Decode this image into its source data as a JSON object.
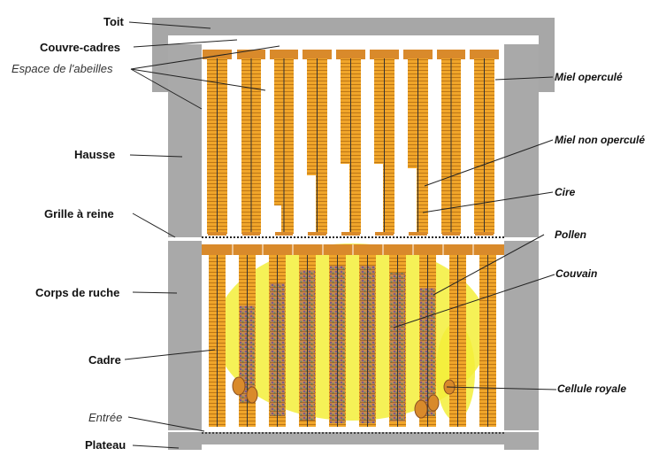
{
  "labels_left": {
    "toit": "Toit",
    "couvre_cadres": "Couvre-cadres",
    "espace_abeilles": "Espace de l'abeilles",
    "hausse": "Hausse",
    "grille_reine": "Grille à reine",
    "corps_ruche": "Corps de ruche",
    "cadre": "Cadre",
    "entree": "Entrée",
    "plateau": "Plateau"
  },
  "labels_right": {
    "miel_opercule": "Miel operculé",
    "miel_non_opercule": "Miel non operculé",
    "cire": "Cire",
    "pollen": "Pollen",
    "couvain": "Couvain",
    "cellule_royale": "Cellule royale"
  },
  "colors": {
    "hive_wall": "#a9a9a9",
    "frame_wood": "#d98a2b",
    "honey": "#f2a92a",
    "pollen": "#f3ef3a",
    "brood": "#b9704a"
  }
}
